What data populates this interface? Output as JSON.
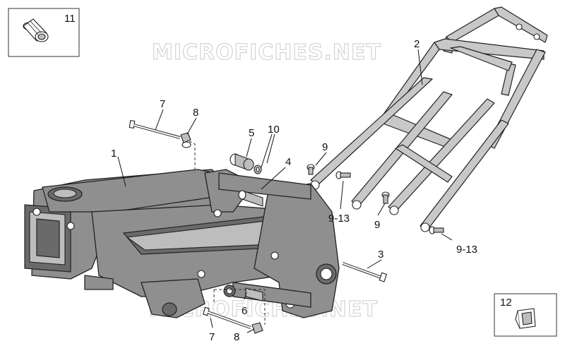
{
  "watermark": "MICROFICHES.NET",
  "callouts": {
    "c1": "1",
    "c2": "2",
    "c3": "3",
    "c4": "4",
    "c5": "5",
    "c6": "6",
    "c7_top": "7",
    "c7_bottom": "7",
    "c8_top": "8",
    "c8_bottom": "8",
    "c9_a": "9",
    "c9_b": "9",
    "c9_13_a": "9-13",
    "c9_13_b": "9-13",
    "c10": "10",
    "c11": "11",
    "c12": "12"
  },
  "colors": {
    "frame": "#8f8f8f",
    "subframe": "#c8c8c8",
    "watermark": "#d4d4d4"
  }
}
